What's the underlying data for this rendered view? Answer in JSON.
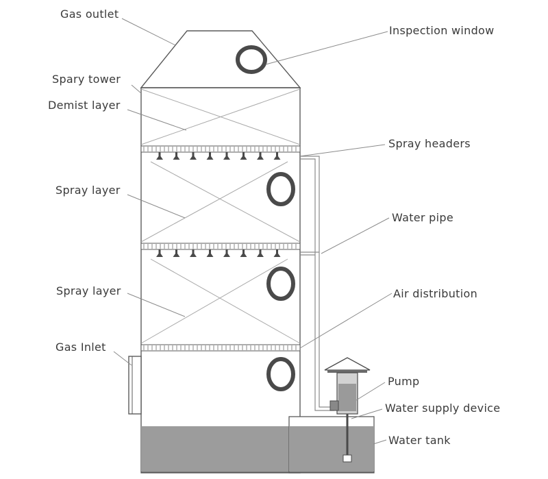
{
  "labels": {
    "gas_outlet": "Gas outlet",
    "inspection_window": "Inspection window",
    "spray_tower": "Spary tower",
    "demist_layer": "Demist layer",
    "spray_headers": "Spray headers",
    "spray_layer_1": "Spray layer",
    "water_pipe": "Water pipe",
    "spray_layer_2": "Spray layer",
    "air_distribution": "Air distribution",
    "gas_inlet": "Gas Inlet",
    "pump": "Pump",
    "water_supply_device": "Water supply device",
    "water_tank": "Water tank"
  },
  "colors": {
    "water": "#9c9c9c",
    "window_ring": "#4a4a4a",
    "line": "#6f6f6f"
  }
}
